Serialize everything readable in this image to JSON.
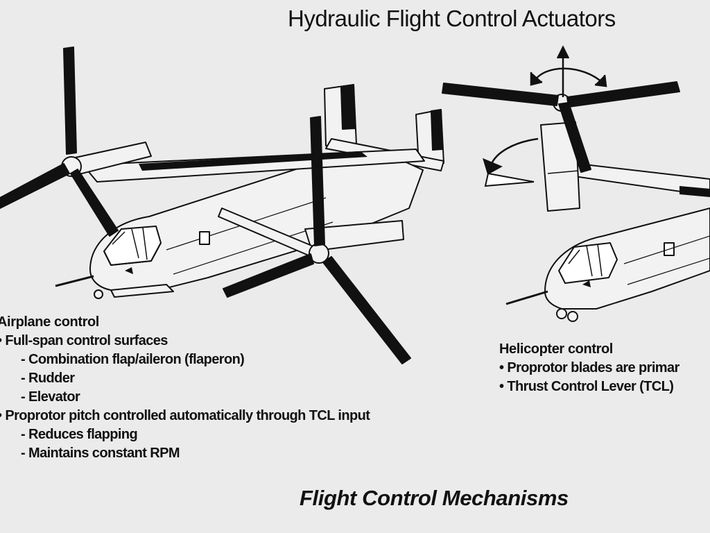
{
  "title": "Hydraulic Flight Control Actuators",
  "airplane_control": {
    "heading": "Airplane control",
    "items": [
      {
        "text": "• Full-span control surfaces",
        "level": 0
      },
      {
        "text": "- Combination flap/aileron (flaperon)",
        "level": 1
      },
      {
        "text": "- Rudder",
        "level": 1
      },
      {
        "text": "- Elevator",
        "level": 1
      },
      {
        "text": "• Proprotor pitch controlled automatically through TCL input",
        "level": 0
      },
      {
        "text": "- Reduces flapping",
        "level": 1
      },
      {
        "text": "- Maintains constant RPM",
        "level": 1
      }
    ]
  },
  "helicopter_control": {
    "heading": "Helicopter control",
    "items": [
      {
        "text": "• Proprotor blades are primar",
        "level": 0
      },
      {
        "text": "• Thrust Control Lever (TCL)",
        "level": 0
      }
    ]
  },
  "caption": "Flight Control Mechanisms",
  "icons": {
    "aircraft_airplane_mode": "tiltrotor-airplane-mode-illustration",
    "aircraft_helicopter_mode": "tiltrotor-helicopter-mode-illustration",
    "pitch_arrows": "rotor-tilt-arrows-icon"
  }
}
